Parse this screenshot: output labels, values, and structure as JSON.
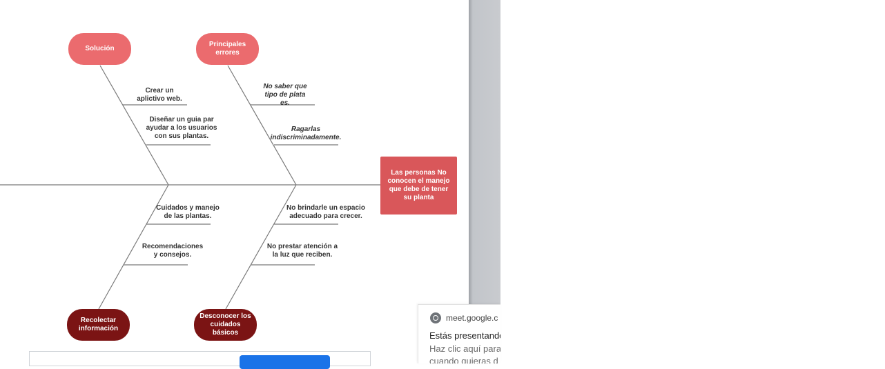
{
  "diagram": {
    "effect": "Las personas No conocen el manejo que debe de tener su planta",
    "top_categories": [
      {
        "label": "Solución",
        "causes": [
          {
            "text": "Crear  un\naplictivo web.",
            "italic": false
          },
          {
            "text": "Diseñar un guia par\nayudar a los usuarios\ncon sus plantas.",
            "italic": false
          }
        ]
      },
      {
        "label": "Principales errores",
        "causes": [
          {
            "text": "No saber que\ntipo de plata\nes.",
            "italic": true
          },
          {
            "text": "Ragarlas\nindiscriminadamente.",
            "italic": true
          }
        ]
      }
    ],
    "bottom_categories": [
      {
        "label": "Recolectar información",
        "causes": [
          {
            "text": "Cuidados y manejo\nde las plantas.",
            "italic": false
          },
          {
            "text": "Recomendaciones\ny consejos.",
            "italic": false
          }
        ]
      },
      {
        "label": "Desconocer los cuidados básicos",
        "causes": [
          {
            "text": "No brindarle un espacio\nadecuado para crecer.",
            "italic": false
          },
          {
            "text": "No prestar atención a\nla luz que reciben.",
            "italic": false
          }
        ]
      }
    ],
    "colors": {
      "top_category": "#eb6b6e",
      "bottom_category": "#7b1414",
      "effect": "#d9575a",
      "line": "#7a7a7a"
    }
  },
  "notification": {
    "icon": "chrome-icon",
    "source": "meet.google.c",
    "title": "Estás presentando",
    "body": "Haz clic aquí para\ncuando quieras d"
  },
  "bottom_toolbar": {
    "text": "",
    "primary_button": "",
    "secondary_link": ""
  }
}
